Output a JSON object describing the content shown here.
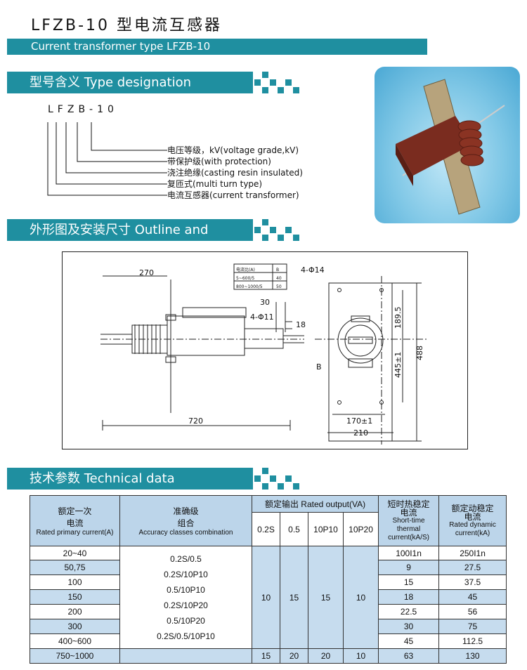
{
  "page": {
    "title": "LFZB-10 型电流互感器",
    "subtitle": "Current transformer type LFZB-10"
  },
  "sections": {
    "type_designation": "型号含义  Type designation",
    "outline": "外形图及安装尺寸  Outline and dimensions",
    "technical": "技术参数   Technical data"
  },
  "designation": {
    "code": "LFZB-10",
    "items": [
      "电压等级，kV(voltage grade,kV)",
      "带保护级(with protection)",
      "浇注绝缘(casting resin insulated)",
      "复匝式(multi turn type)",
      "电流互感器(current transformer)"
    ]
  },
  "drawing": {
    "dim_270": "270",
    "dim_720": "720",
    "dim_30": "30",
    "dim_18": "18",
    "hole_side": "4-Φ11",
    "hole_front": "4-Φ14",
    "dim_189": "189.5",
    "dim_445": "445±1",
    "dim_488": "488",
    "dim_170": "170±1",
    "dim_210": "210",
    "label_b": "B",
    "inset": {
      "h1": "电流比(A)",
      "h2": "B",
      "r1c1": "5~600/5",
      "r1c2": "40",
      "r2c1": "800~1000/5",
      "r2c2": "50"
    }
  },
  "table": {
    "h_primary": [
      "额定一次",
      "电流",
      "Rated primary current(A)"
    ],
    "h_accuracy": [
      "准确级",
      "组合",
      "Accuracy classes combination"
    ],
    "h_output": "额定输出 Rated output(VA)",
    "h_output_cols": [
      "0.2S",
      "0.5",
      "10P10",
      "10P20"
    ],
    "h_thermal": [
      "短时热稳定",
      "电流",
      "Short-time",
      "thermal",
      "current(kA/S)"
    ],
    "h_dynamic": [
      "额定动稳定",
      "电流",
      "Rated dynamic",
      "current(kA)"
    ],
    "rows": [
      {
        "current": "20~40",
        "thermal": "100I1n",
        "dynamic": "250I1n"
      },
      {
        "current": "50,75",
        "thermal": "9",
        "dynamic": "27.5"
      },
      {
        "current": "100",
        "thermal": "15",
        "dynamic": "37.5"
      },
      {
        "current": "150",
        "thermal": "18",
        "dynamic": "45"
      },
      {
        "current": "200",
        "thermal": "22.5",
        "dynamic": "56"
      },
      {
        "current": "300",
        "thermal": "30",
        "dynamic": "75"
      },
      {
        "current": "400~600",
        "thermal": "45",
        "dynamic": "112.5"
      },
      {
        "current": "750~1000",
        "thermal": "63",
        "dynamic": "130"
      }
    ],
    "accuracy": [
      "0.2S/0.5",
      "0.2S/10P10",
      "0.5/10P10",
      "0.2S/10P20",
      "0.5/10P20",
      "0.2S/0.5/10P10"
    ],
    "output_merged": [
      "10",
      "15",
      "15",
      "10"
    ],
    "output_last": [
      "15",
      "20",
      "20",
      "10"
    ]
  },
  "colors": {
    "accent": "#1f8fa0",
    "table_blue": "#c6dcee"
  }
}
